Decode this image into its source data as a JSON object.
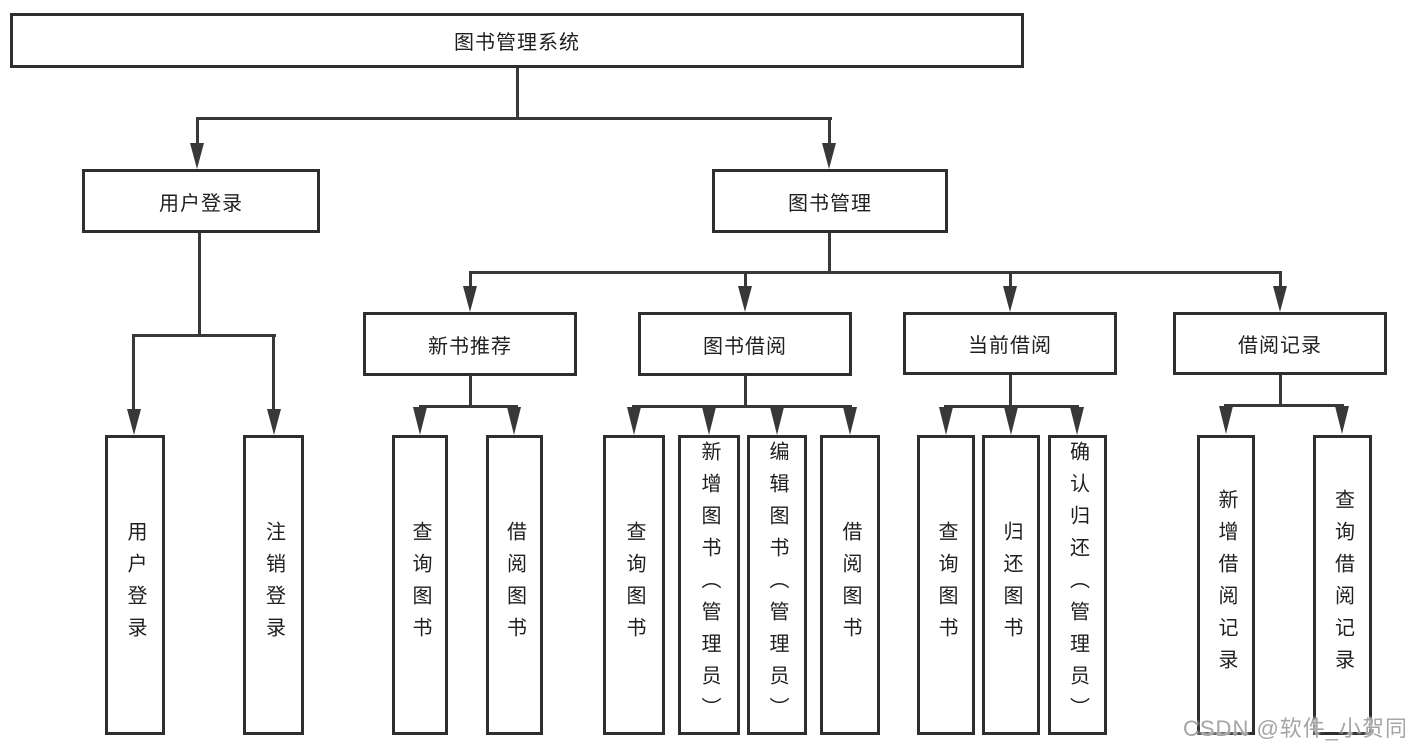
{
  "diagram": {
    "title": "图书管理系统",
    "nodes": {
      "root": "图书管理系统",
      "user_login": "用户登录",
      "book_mgmt": "图书管理",
      "new_book_rec": "新书推荐",
      "book_borrow": "图书借阅",
      "current_borrow": "当前借阅",
      "borrow_records": "借阅记录",
      "leaf_user_login": "用户登录",
      "leaf_logout": "注销登录",
      "leaf_rec_query": "查询图书",
      "leaf_rec_borrow": "借阅图书",
      "leaf_bb_query": "查询图书",
      "leaf_bb_add": "新增图书（管理员）",
      "leaf_bb_edit": "编辑图书（管理员）",
      "leaf_bb_borrow": "借阅图书",
      "leaf_cb_query": "查询图书",
      "leaf_cb_return": "归还图书",
      "leaf_cb_confirm": "确认归还（管理员）",
      "leaf_br_add": "新增借阅记录",
      "leaf_br_query": "查询借阅记录"
    },
    "watermark": "CSDN @软件_小贺同学",
    "colors": {
      "line": "#383838",
      "box_border": "#2e2e2e",
      "text": "#1f1f1f",
      "watermark": "#a5a5a5",
      "background": "#ffffff"
    }
  }
}
